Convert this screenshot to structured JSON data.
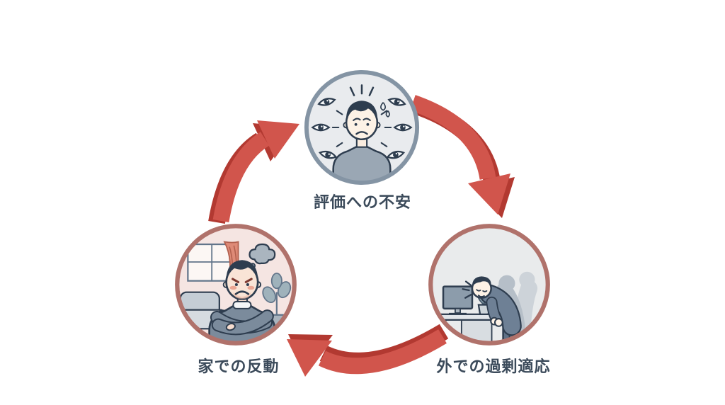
{
  "diagram": {
    "type": "cycle",
    "nodes": [
      {
        "id": "evaluation-anxiety",
        "label": "評価への不安",
        "illustration": "person-surrounded-by-watching-eyes",
        "ring_color": "#8494a4",
        "bg_color": "#e9ebee"
      },
      {
        "id": "overadaptation-outside",
        "label": "外での過剰適応",
        "illustration": "man-bowing-repeatedly-at-office",
        "ring_color": "#b0726b",
        "bg_color": "#e9ebec"
      },
      {
        "id": "reaction-at-home",
        "label": "家での反動",
        "illustration": "angry-man-arms-crossed-at-home",
        "ring_color": "#b0726b",
        "bg_color": "#f5e5e2"
      }
    ],
    "edges": [
      {
        "from": "evaluation-anxiety",
        "to": "overadaptation-outside"
      },
      {
        "from": "overadaptation-outside",
        "to": "reaction-at-home"
      },
      {
        "from": "reaction-at-home",
        "to": "evaluation-anxiety"
      }
    ]
  },
  "colors": {
    "arrow_main": "#d1554c",
    "arrow_shadow": "#b23931",
    "outline_ink": "#2e3d4f",
    "label_text": "#3b4a5a"
  }
}
